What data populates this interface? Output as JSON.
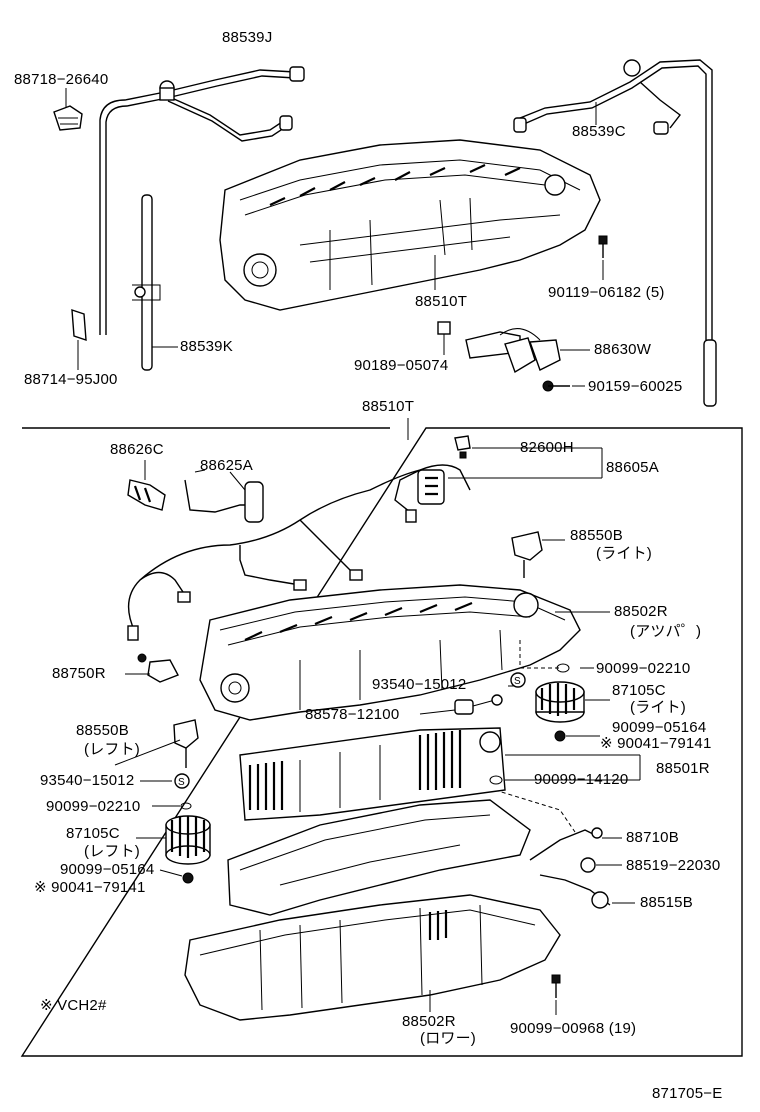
{
  "upper_labels": {
    "l_88539J": "88539J",
    "l_88718": "88718−26640",
    "l_88539C": "88539C",
    "l_90119": "90119−06182 (5)",
    "l_88510T_top": "88510T",
    "l_88539K": "88539K",
    "l_88714": "88714−95J00",
    "l_90189": "90189−05074",
    "l_88630W": "88630W",
    "l_90159": "90159−60025"
  },
  "box_label": "88510T",
  "lower_labels": {
    "l_88626C": "88626C",
    "l_88625A": "88625A",
    "l_82600H": "82600H",
    "l_88605A": "88605A",
    "l_88550B_r": "88550B",
    "l_88550B_r_sub": "(ライト)",
    "l_88502R_up": "88502R",
    "l_88502R_up_sub": "(アツパ゜)",
    "l_88750R": "88750R",
    "l_90099_02210_r": "90099−02210",
    "l_93540_r": "93540−15012",
    "l_87105C_r": "87105C",
    "l_87105C_r_sub": "(ライト)",
    "l_88578": "88578−12100",
    "l_88550B_l": "88550B",
    "l_88550B_l_sub": "(レフト)",
    "l_90099_05164_r": "90099−05164",
    "l_90041_r": "※ 90041−79141",
    "l_88501R": "88501R",
    "l_93540_l": "93540−15012",
    "l_90099_14120": "90099−14120",
    "l_90099_02210_l": "90099−02210",
    "l_87105C_l": "87105C",
    "l_87105C_l_sub": "(レフト)",
    "l_88710B": "88710B",
    "l_90099_05164_l": "90099−05164",
    "l_90041_l": "※ 90041−79141",
    "l_88519": "88519−22030",
    "l_88515B": "88515B",
    "l_note": "※  VCH2#",
    "l_88502R_low": "88502R",
    "l_88502R_low_sub": "(ロワー)",
    "l_90099_00968": "90099−00968 (19)"
  },
  "figure_id": "871705−E"
}
